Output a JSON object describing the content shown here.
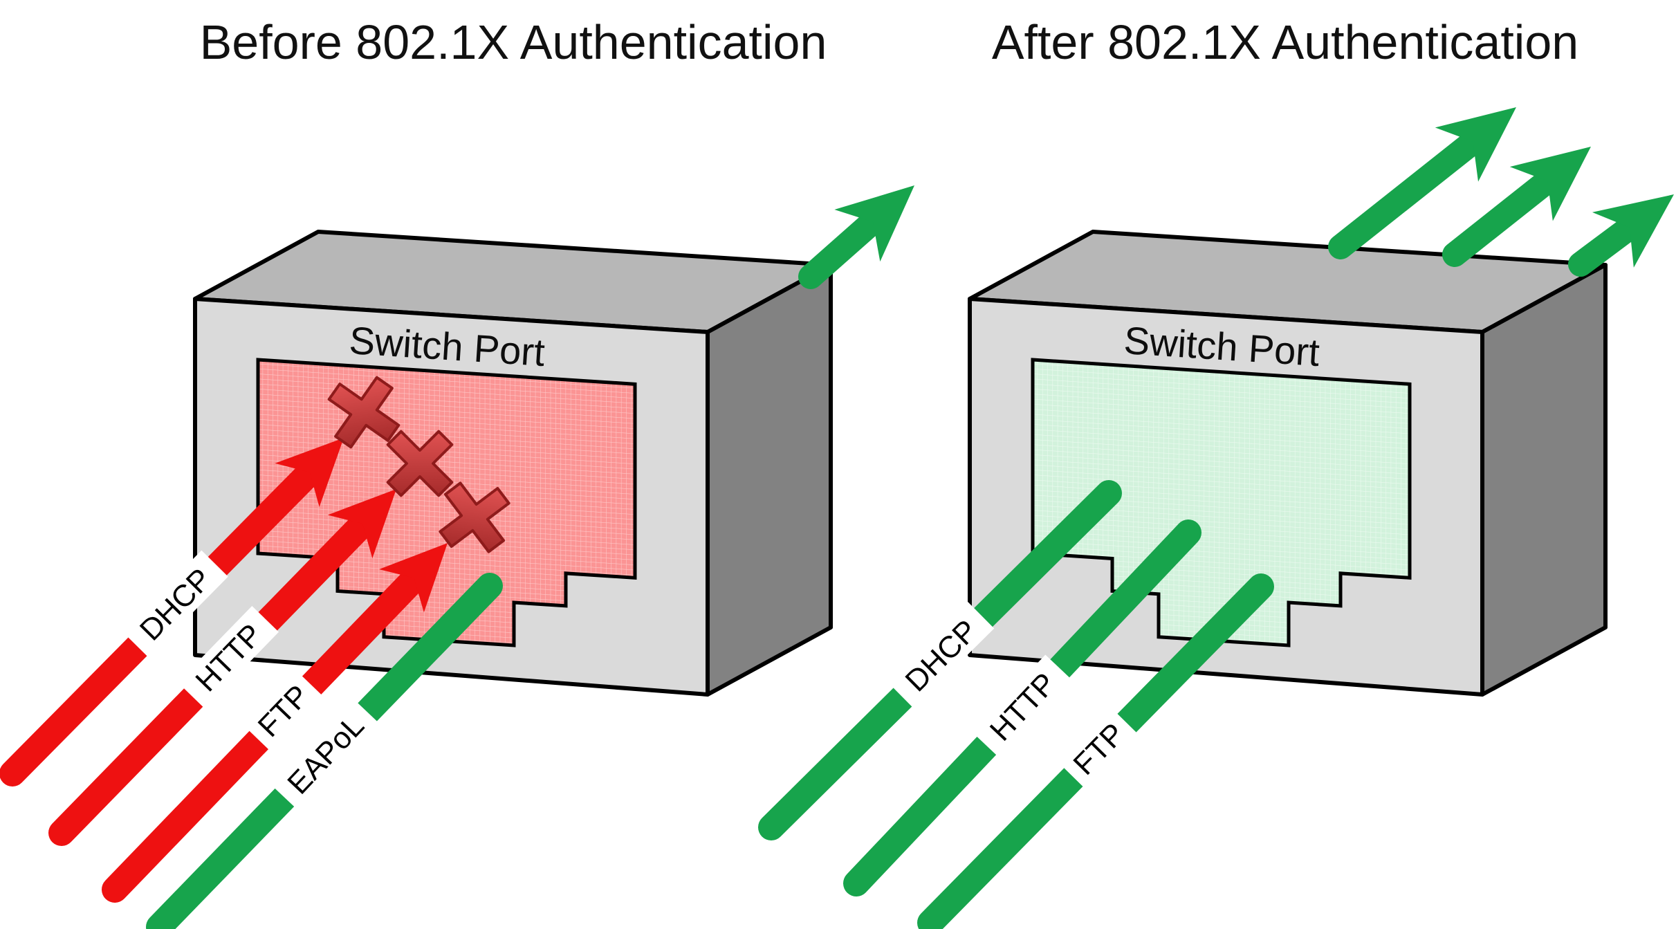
{
  "diagram_title": "802.1X port authentication before/after comparison",
  "panels": [
    {
      "id": "before",
      "title": "Before 802.1X Authentication",
      "port_label": "Switch Port",
      "flows": [
        {
          "label": "DHCP",
          "status": "blocked"
        },
        {
          "label": "HTTP",
          "status": "blocked"
        },
        {
          "label": "FTP",
          "status": "blocked"
        },
        {
          "label": "EAPoL",
          "status": "allowed"
        }
      ],
      "egress_arrow_count": 1,
      "blocked_marks": 3
    },
    {
      "id": "after",
      "title": "After 802.1X Authentication",
      "port_label": "Switch Port",
      "flows": [
        {
          "label": "DHCP",
          "status": "allowed"
        },
        {
          "label": "HTTP",
          "status": "allowed"
        },
        {
          "label": "FTP",
          "status": "allowed"
        }
      ],
      "egress_arrow_count": 3,
      "blocked_marks": 0
    }
  ],
  "colors": {
    "blocked": "#EE1111",
    "allowed": "#17A44C",
    "box_front": "#DADADA",
    "box_top": "#B7B7B7",
    "box_side": "#828282",
    "outline": "#000000",
    "port_blocked_fill": "#FB9494",
    "port_allowed_fill": "#D2F2DC",
    "x_gradient_top": "#E05252",
    "x_gradient_bottom": "#A62B2B",
    "x_stroke": "#8E1B1B",
    "label_strip": "#FFFFFF",
    "label_text": "#000000",
    "title_text": "#111111"
  }
}
